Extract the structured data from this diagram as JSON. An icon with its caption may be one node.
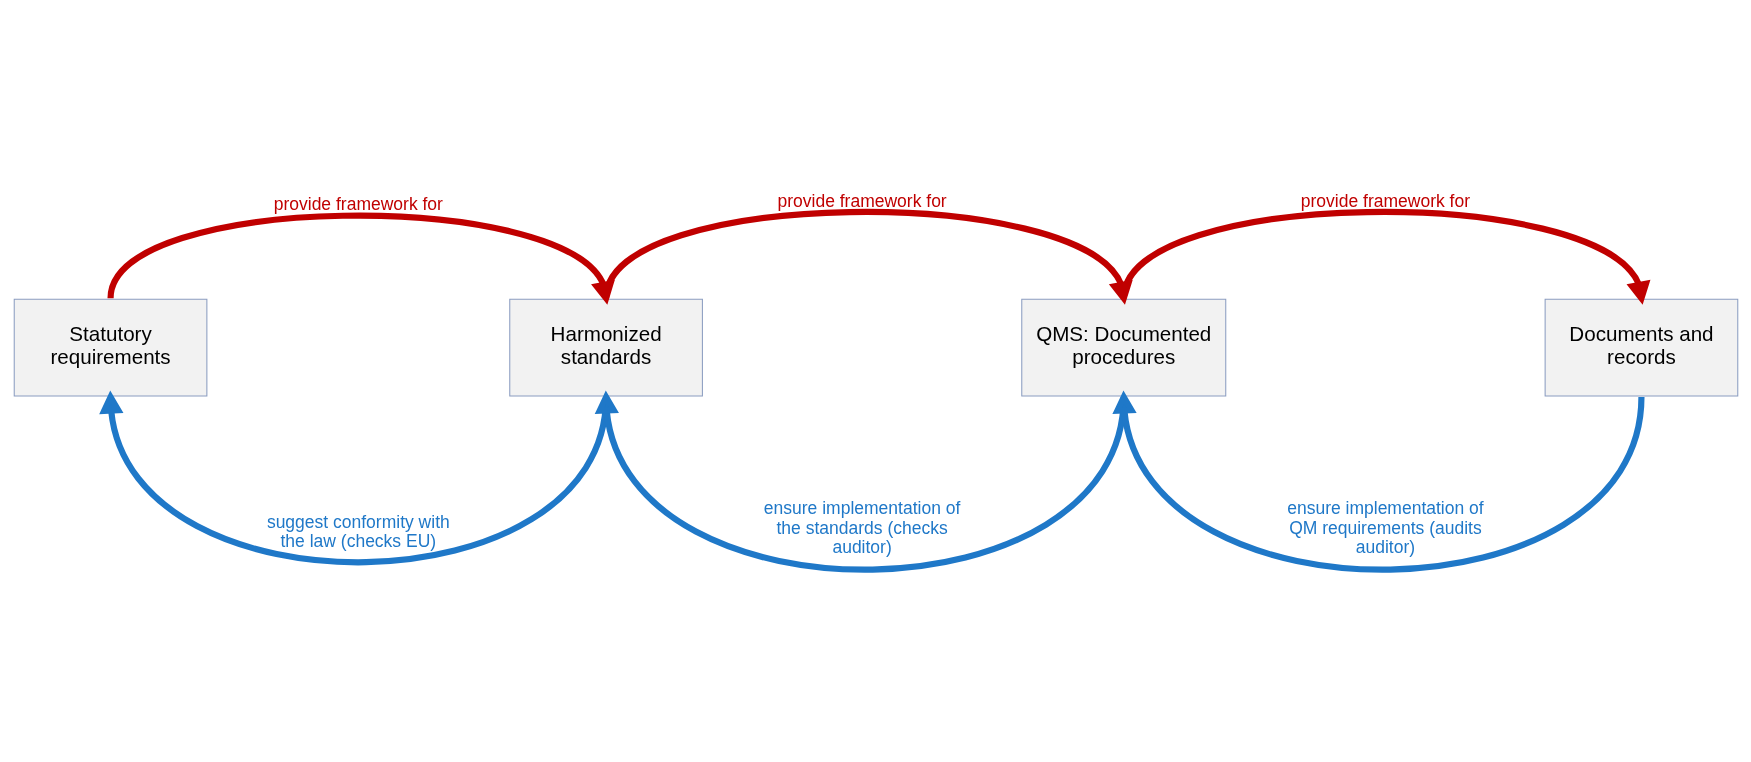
{
  "diagram": {
    "nodes": [
      {
        "text": [
          "Statutory requirements"
        ]
      },
      {
        "text": [
          "Harmonized standards"
        ]
      },
      {
        "text": [
          "QMS: Documented procedures"
        ]
      },
      {
        "text": [
          "Documents and records"
        ]
      }
    ],
    "edges": [
      {
        "from": 0,
        "to": 1,
        "arrow": "to",
        "label": "provide framework for",
        "color": "#c00000"
      },
      {
        "from": 1,
        "to": 2,
        "arrow": "to",
        "label": "provide framework for",
        "color": "#c00000"
      },
      {
        "from": 2,
        "to": 3,
        "arrow": "to",
        "label": "provide framework for",
        "color": "#c00000"
      },
      {
        "from": 1,
        "to": 0,
        "arrow": "to",
        "label": "suggest conformity with the law (checks EU)",
        "color": "#1f78c8"
      },
      {
        "from": 2,
        "to": 1,
        "arrow": "to",
        "label": "ensure implementation of the standards (checks auditor)",
        "color": "#1f78c8"
      },
      {
        "from": 3,
        "to": 2,
        "arrow": "to",
        "label": "ensure implementation of QM requirements (audits auditor)",
        "color": "#1f78c8"
      }
    ]
  }
}
